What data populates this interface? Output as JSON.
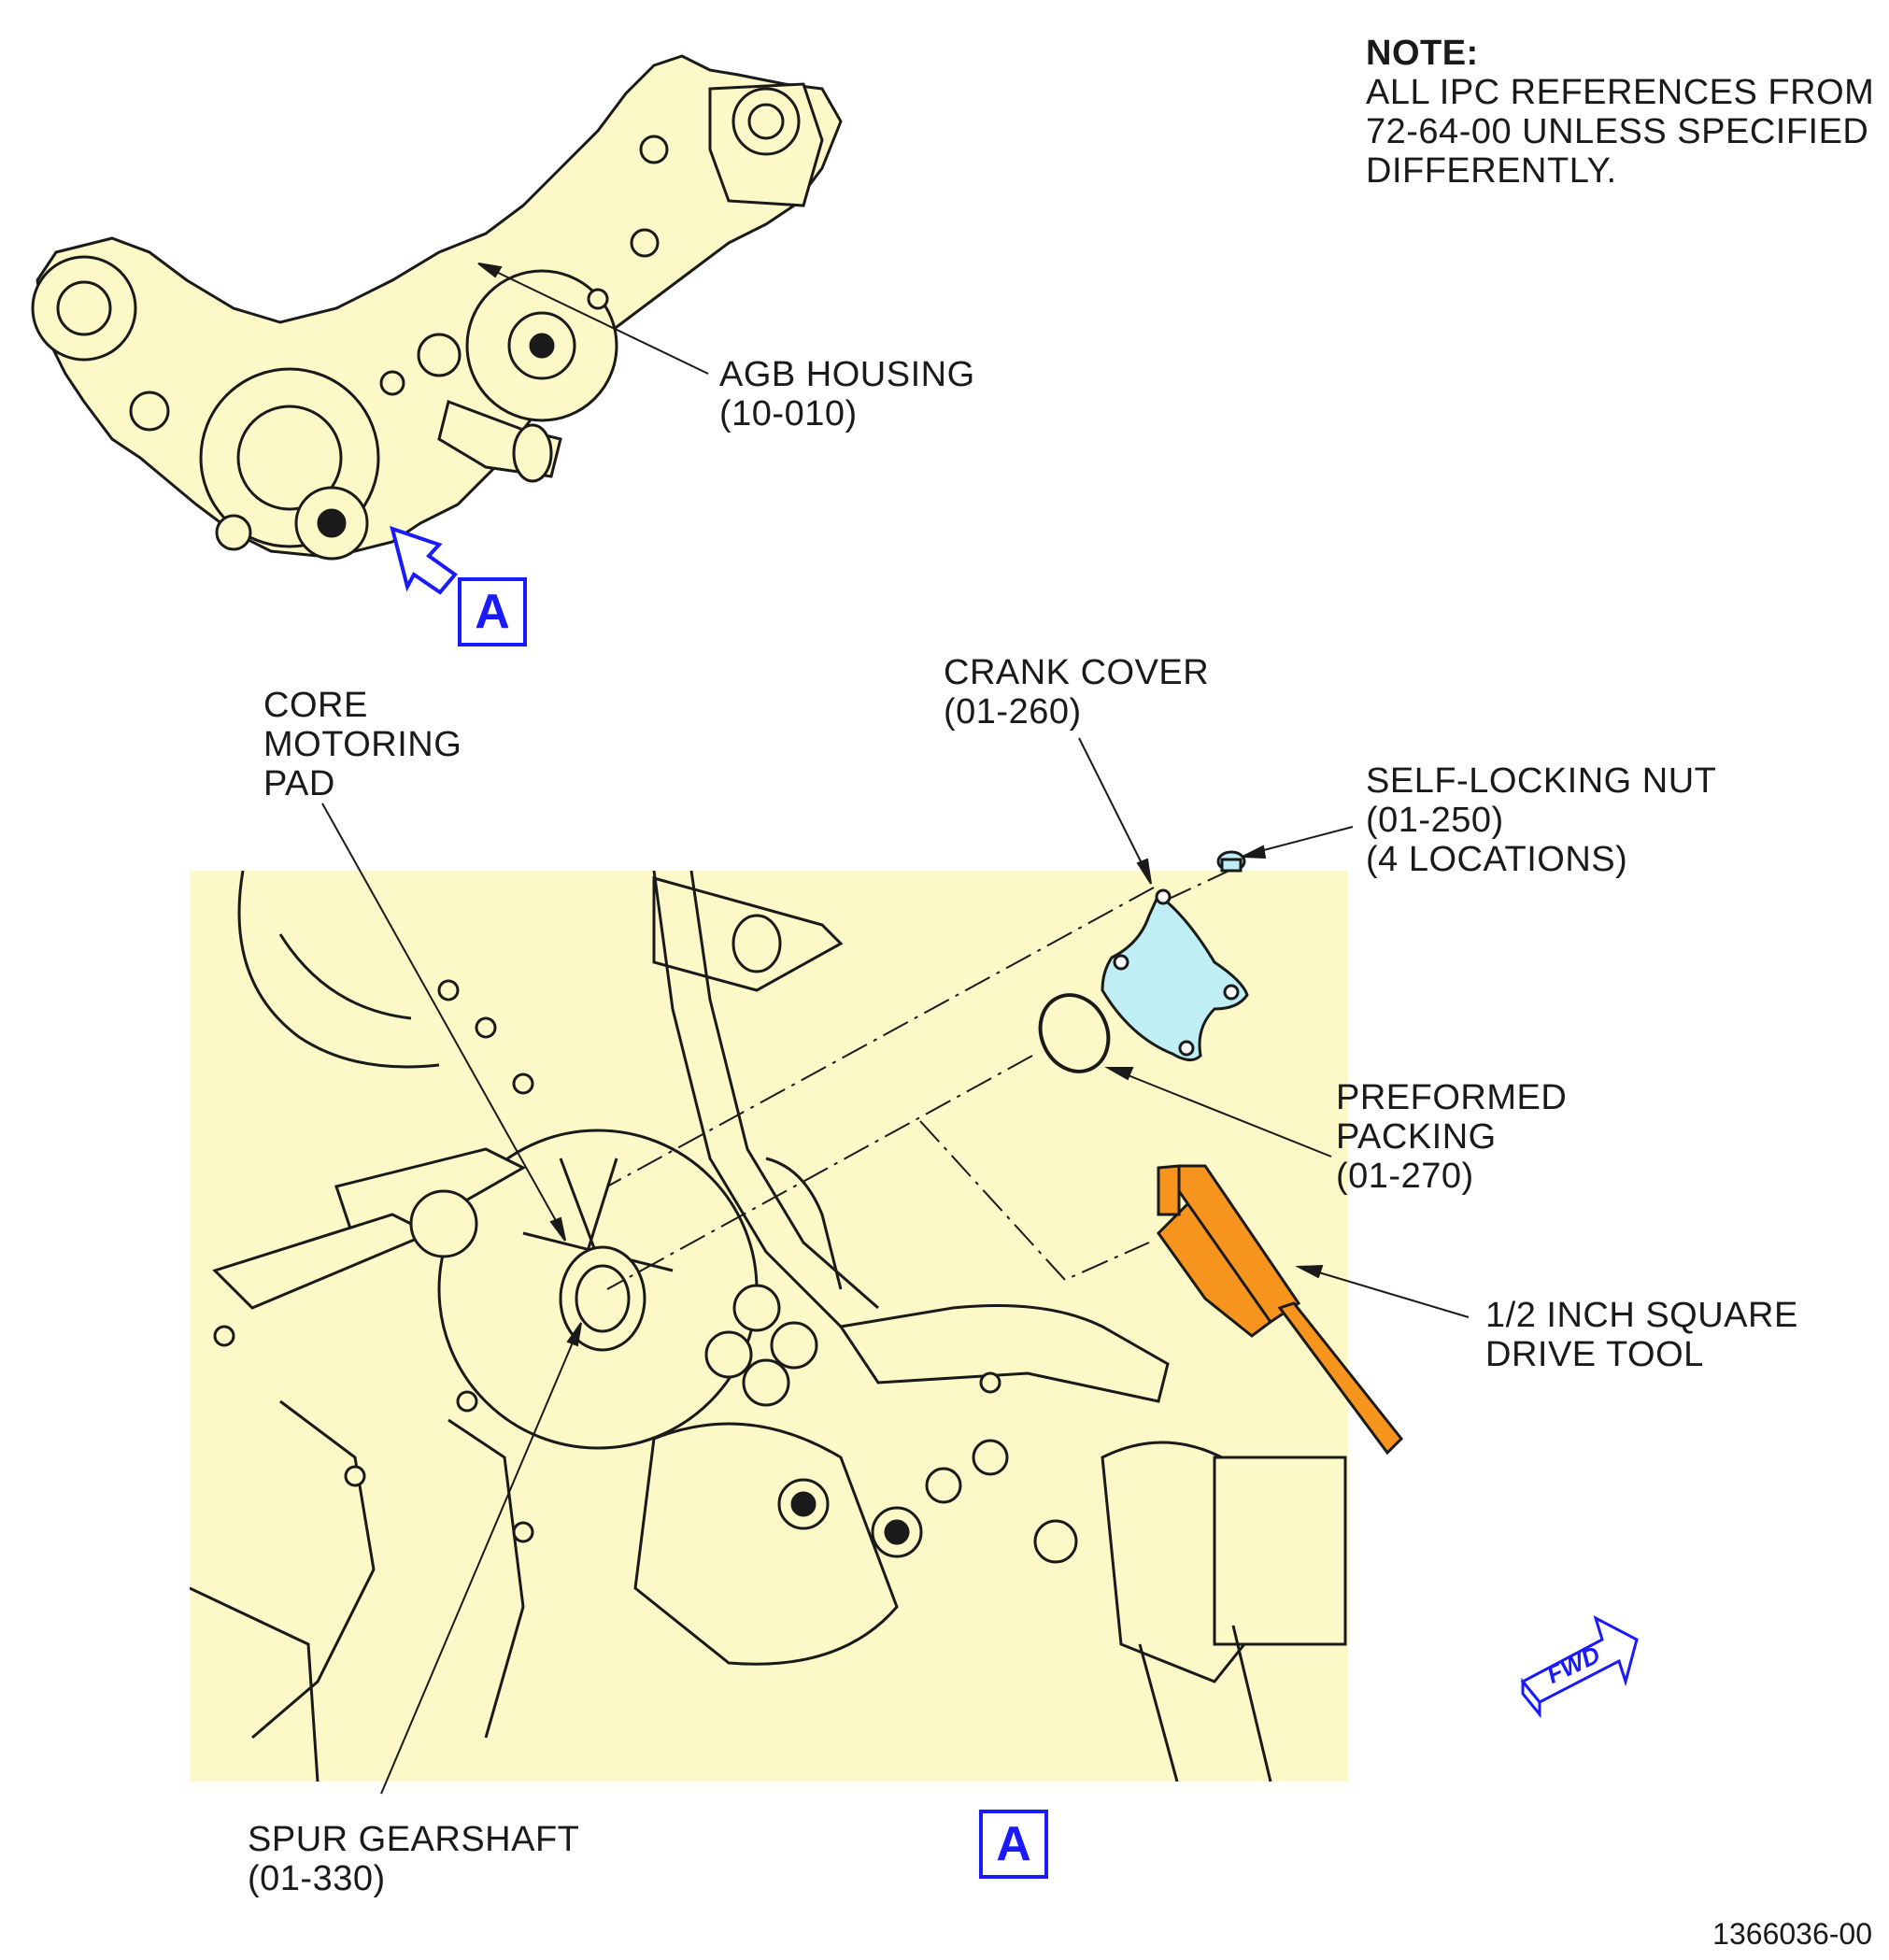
{
  "note": {
    "title": "NOTE:",
    "lines": [
      "ALL IPC REFERENCES FROM",
      "72-64-00 UNLESS SPECIFIED",
      "DIFFERENTLY."
    ]
  },
  "callouts": {
    "agb_housing": [
      "AGB HOUSING",
      "(10-010)"
    ],
    "core_motoring_pad": [
      "CORE",
      "MOTORING",
      "PAD"
    ],
    "crank_cover": [
      "CRANK COVER",
      "(01-260)"
    ],
    "self_locking_nut": [
      "SELF-LOCKING NUT",
      "(01-250)",
      "(4 LOCATIONS)"
    ],
    "preformed_packing": [
      "PREFORMED",
      "PACKING",
      "(01-270)"
    ],
    "drive_tool": [
      "1/2 INCH SQUARE",
      "DRIVE TOOL"
    ],
    "spur_gearshaft": [
      "SPUR GEARSHAFT",
      "(01-330)"
    ]
  },
  "view_label_overview": "A",
  "view_label_detail": "A",
  "fwd_label": "FWD",
  "figure_number": "1366036-00",
  "colors": {
    "engine_fill": "#fdf8c8",
    "cover_fill": "#bfeff5",
    "tool_fill": "#f7941d",
    "view_blue": "#1a1aff",
    "line": "#1a1a1a"
  }
}
